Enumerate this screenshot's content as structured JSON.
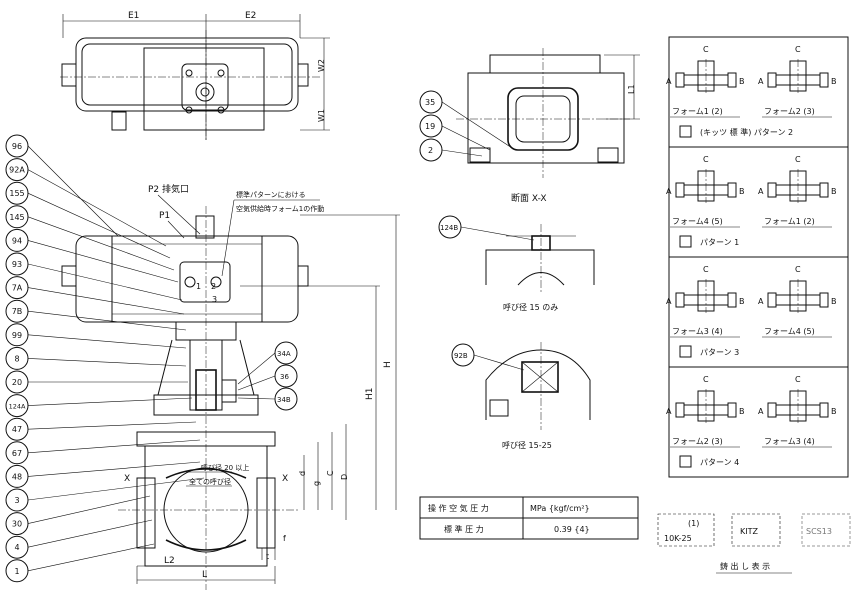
{
  "dims": {
    "e1": "E1",
    "e2": "E2",
    "w2": "W2",
    "w1": "W1",
    "l1": "L1",
    "h": "H",
    "h1": "H1",
    "l": "L",
    "l2": "L2",
    "d": "d",
    "g": "g",
    "c": "C",
    "d_upper": "D",
    "t": "t",
    "f": "f",
    "x": "X"
  },
  "part_callouts": [
    "96",
    "92A",
    "155",
    "145",
    "94",
    "93",
    "7A",
    "7B",
    "99",
    "8",
    "20",
    "124A",
    "47",
    "67",
    "48",
    "3",
    "30",
    "4",
    "1"
  ],
  "right_callouts": [
    "34A",
    "36",
    "34B"
  ],
  "section_callouts": [
    "35",
    "19",
    "2"
  ],
  "labels": {
    "p2": "P2 排気口",
    "p1": "P1",
    "note_line1": "標準パターンにおける",
    "note_line2": "空気供給時フォーム1の作動",
    "port_a": "A",
    "port_b": "B",
    "port_c": "C",
    "cross_section": "断面 X-X",
    "size15_callout": "124B",
    "size15_caption": "呼び径 15 のみ",
    "size1525_callout": "92B",
    "size1525_caption": "呼び径 15-25",
    "body_note1": "呼び径 20 以上",
    "body_note2": "全ての呼び径",
    "q1": "1",
    "q2": "2",
    "q3": "3"
  },
  "pressure_table": {
    "header_left": "操 作 空 気 圧 力",
    "header_right": "MPa {kgf/cm²}",
    "row_left": "標 準 圧 力",
    "row_right": "0.39 {4}"
  },
  "patterns": [
    {
      "form_left": "フォーム1  (2)",
      "form_right": "フォーム2  (3)",
      "caption": "(キッツ 標 準) パターン 2"
    },
    {
      "form_left": "フォーム4  (5)",
      "form_right": "フォーム1  (2)",
      "caption": "パターン 1"
    },
    {
      "form_left": "フォーム3  (4)",
      "form_right": "フォーム4  (5)",
      "caption": "パターン 3"
    },
    {
      "form_left": "フォーム2  (3)",
      "form_right": "フォーム3  (4)",
      "caption": "パターン 4"
    }
  ],
  "casting_marks": {
    "box1_top": "(1)",
    "box1_bottom": "10K-25",
    "box2": "KITZ",
    "box3": "SCS13",
    "caption": "鋳 出 し 表 示"
  }
}
